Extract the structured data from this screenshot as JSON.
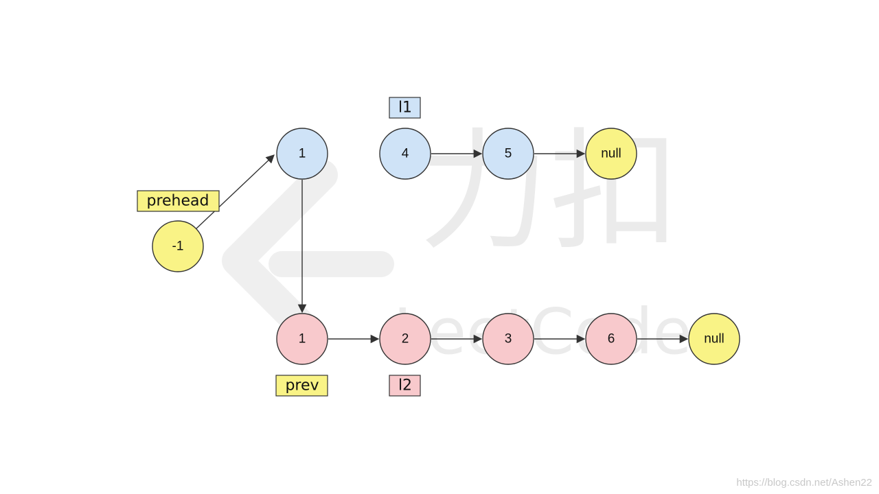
{
  "watermark": {
    "brand_cn": "力扣",
    "brand_en": "LeetCode",
    "credit_url": "https://blog.csdn.net/Ashen22"
  },
  "colors": {
    "blue_node": "#cfe3f7",
    "pink_node": "#f8c9cc",
    "yellow_node": "#f9f386",
    "label_yellow": "#f9f386",
    "label_blue": "#cfe3f7",
    "label_pink": "#f8c9cc",
    "stroke": "#333333"
  },
  "nodes": {
    "prehead": "-1",
    "l1_head": "1",
    "l1_a": "4",
    "l1_b": "5",
    "l1_null": "null",
    "l2_head": "1",
    "l2_a": "2",
    "l2_b": "3",
    "l2_c": "6",
    "l2_null": "null"
  },
  "labels": {
    "prehead": "prehead",
    "l1": "l1",
    "prev": "prev",
    "l2": "l2"
  }
}
